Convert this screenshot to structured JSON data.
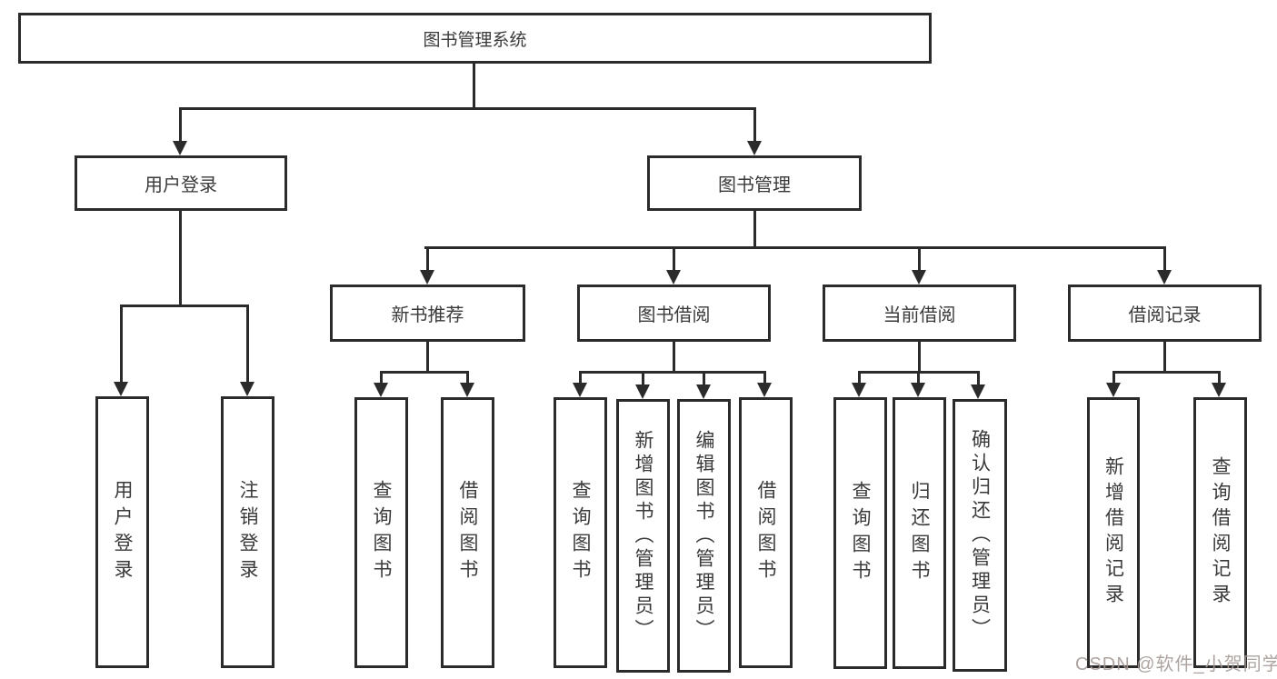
{
  "colors": {
    "line": "#2b2b2b",
    "box_border": "#2b2b2b",
    "text": "#3a3a3a",
    "background": "#ffffff",
    "watermark": "#a49a96"
  },
  "diagram": {
    "root": {
      "label": "图书管理系统"
    },
    "branches": {
      "user_login": {
        "label": "用户登录",
        "children": {
          "login": {
            "label": "用户登录"
          },
          "logout": {
            "label": "注销登录"
          }
        }
      },
      "book_management": {
        "label": "图书管理",
        "children": {
          "new_book_recommend": {
            "label": "新书推荐",
            "children": {
              "query_books": {
                "label": "查询图书"
              },
              "borrow_books": {
                "label": "借阅图书"
              }
            }
          },
          "book_borrowing": {
            "label": "图书借阅",
            "children": {
              "query_books": {
                "label": "查询图书"
              },
              "add_books": {
                "label": "新增图书（管理员）"
              },
              "edit_books": {
                "label": "编辑图书（管理员）"
              },
              "borrow_books": {
                "label": "借阅图书"
              }
            }
          },
          "current_borrowing": {
            "label": "当前借阅",
            "children": {
              "query_books": {
                "label": "查询图书"
              },
              "return_books": {
                "label": "归还图书"
              },
              "confirm_return": {
                "label": "确认归还（管理员）"
              }
            }
          },
          "borrowing_records": {
            "label": "借阅记录",
            "children": {
              "add_record": {
                "label": "新增借阅记录"
              },
              "query_record": {
                "label": "查询借阅记录"
              }
            }
          }
        }
      }
    }
  },
  "watermark": {
    "text": "CSDN @软件_小贺同学"
  }
}
